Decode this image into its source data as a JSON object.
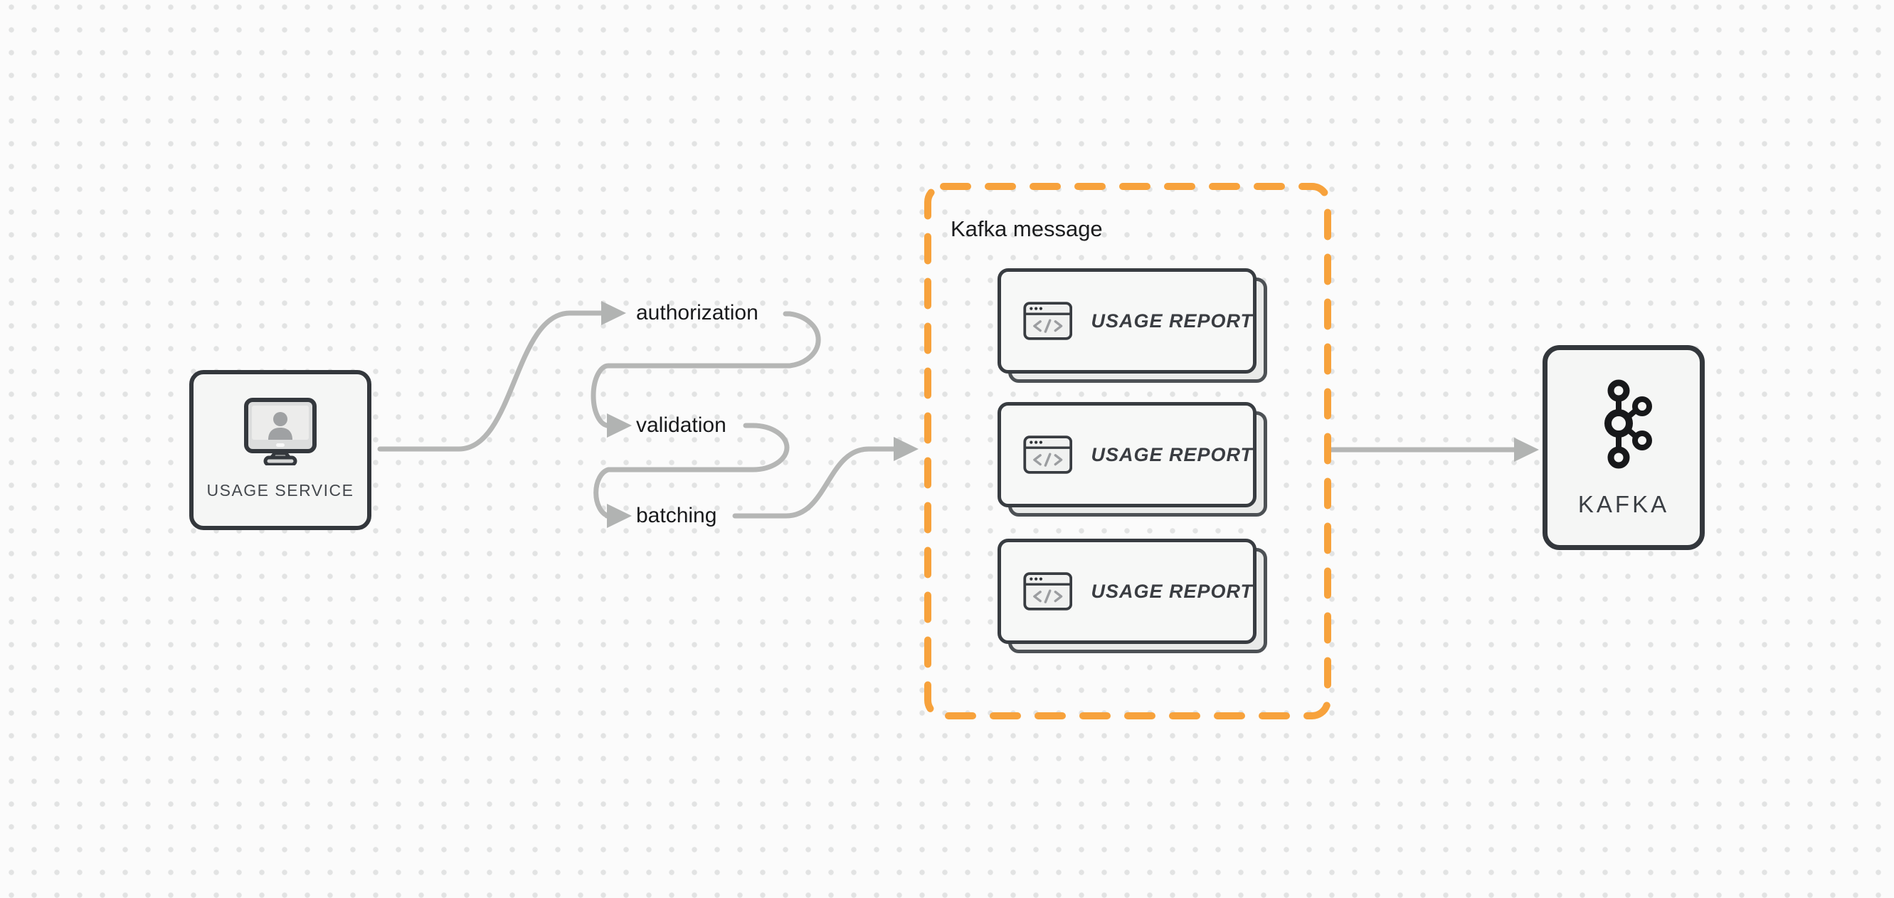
{
  "diagram": {
    "source_node": {
      "label": "USAGE SERVICE",
      "icon": "monitor-user-icon"
    },
    "steps": [
      {
        "label": "authorization"
      },
      {
        "label": "validation"
      },
      {
        "label": "batching"
      }
    ],
    "kafka_message_group": {
      "title": "Kafka message",
      "cards": [
        {
          "label": "USAGE REPORT",
          "icon": "code-window-icon"
        },
        {
          "label": "USAGE REPORT",
          "icon": "code-window-icon"
        },
        {
          "label": "USAGE REPORT",
          "icon": "code-window-icon"
        }
      ]
    },
    "sink_node": {
      "label": "KAFKA",
      "icon": "kafka-logo-icon"
    },
    "colors": {
      "background": "#fbfbfb",
      "grid_dot": "#e2e3e3",
      "arrow": "#b5b6b5",
      "node_border": "#33373c",
      "node_fill": "#f5f6f5",
      "group_border_orange": "#f7a23c",
      "step_text": "#191a1c",
      "card_text": "#3a3d42"
    }
  }
}
